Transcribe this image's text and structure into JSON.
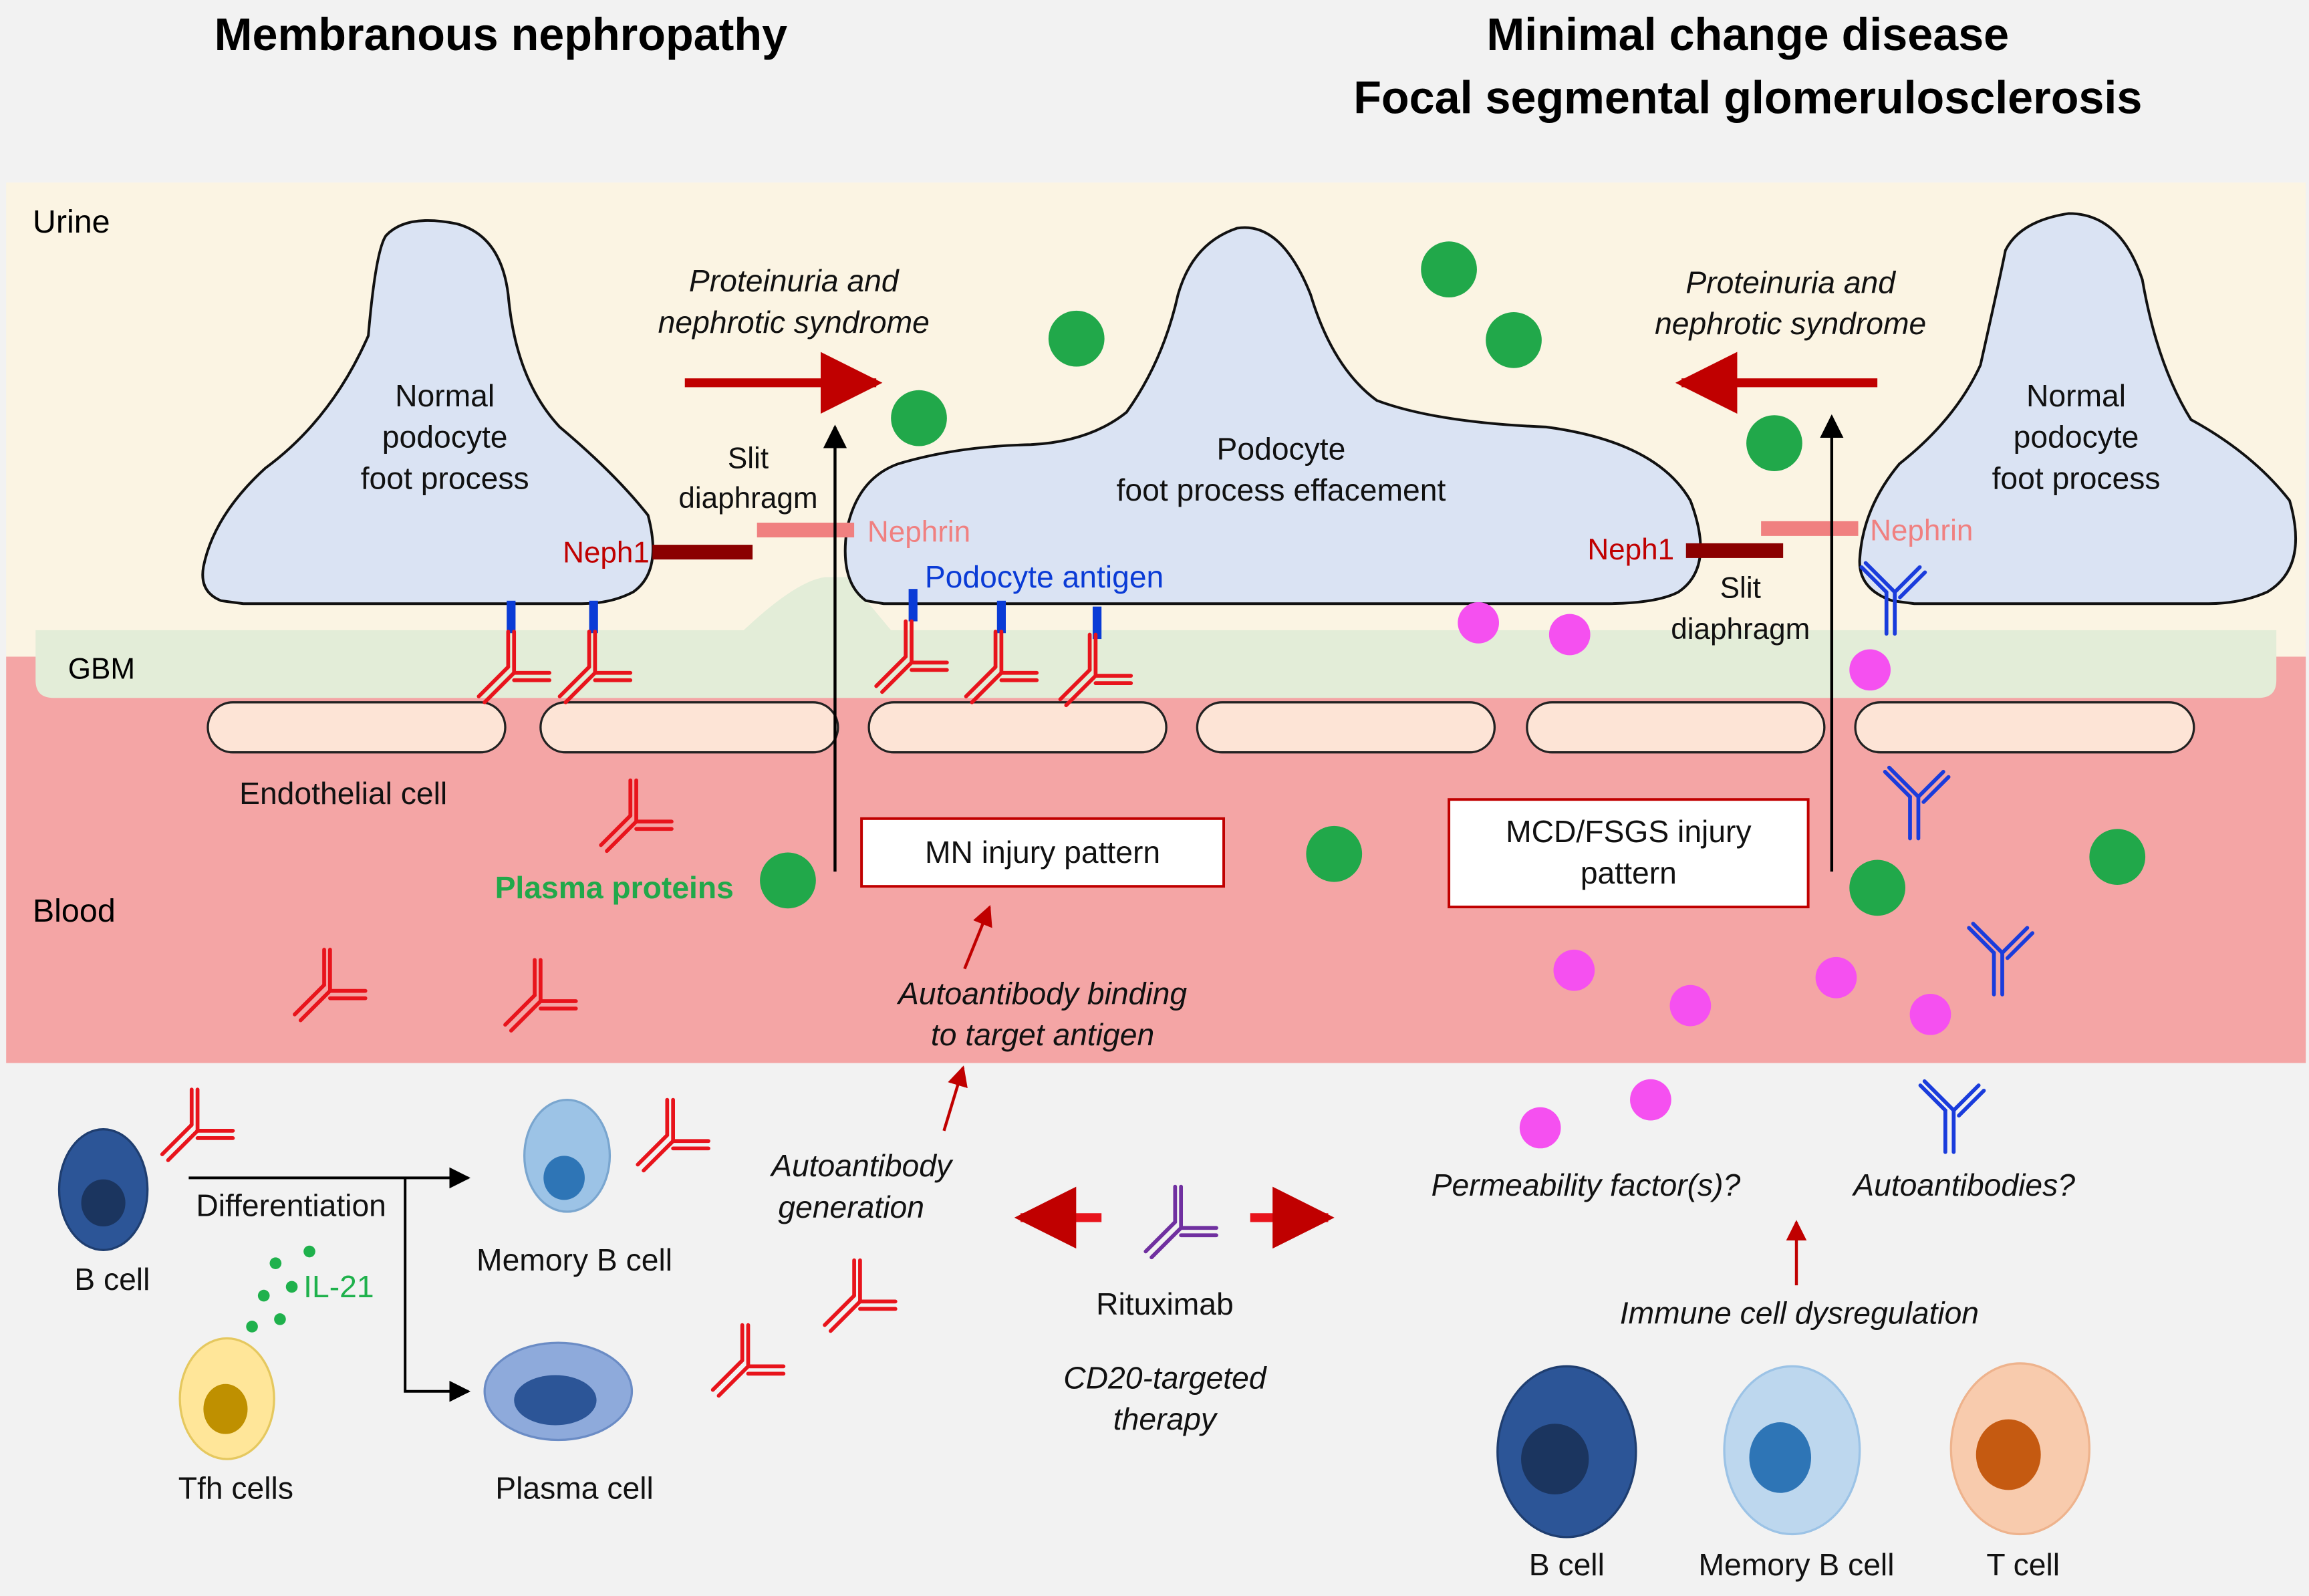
{
  "titles": {
    "left": "Membranous nephropathy",
    "right_line1": "Minimal change disease",
    "right_line2": "Focal segmental glomerulosclerosis"
  },
  "zones": {
    "urine": "Urine",
    "gbm": "GBM",
    "blood": "Blood"
  },
  "left_panel": {
    "podocyte_line1": "Normal",
    "podocyte_line2": "podocyte",
    "podocyte_line3": "foot process",
    "slit_line1": "Slit",
    "slit_line2": "diaphragm",
    "neph1": "Neph1",
    "nephrin": "Nephrin",
    "proteinuria_line1": "Proteinuria and",
    "proteinuria_line2": "nephrotic syndrome",
    "endothelial": "Endothelial cell",
    "plasma_proteins": "Plasma proteins",
    "injury_box": "MN injury pattern",
    "binding_line1": "Autoantibody binding",
    "binding_line2": "to target antigen",
    "generation_line1": "Autoantibody",
    "generation_line2": "generation",
    "differentiation": "Differentiation",
    "b_cell": "B cell",
    "memory_b_cell": "Memory B cell",
    "plasma_cell": "Plasma cell",
    "tfh_cells": "Tfh cells",
    "il21": "IL-21"
  },
  "center": {
    "effacement_line1": "Podocyte",
    "effacement_line2": "foot process effacement",
    "podocyte_antigen": "Podocyte antigen",
    "rituximab": "Rituximab",
    "cd20_line1": "CD20-targeted",
    "cd20_line2": "therapy"
  },
  "right_panel": {
    "podocyte_line1": "Normal",
    "podocyte_line2": "podocyte",
    "podocyte_line3": "foot process",
    "neph1": "Neph1",
    "nephrin": "Nephrin",
    "slit_line1": "Slit",
    "slit_line2": "diaphragm",
    "proteinuria_line1": "Proteinuria and",
    "proteinuria_line2": "nephrotic syndrome",
    "injury_box_line1": "MCD/FSGS injury",
    "injury_box_line2": "pattern",
    "permeability": "Permeability factor(s)?",
    "autoantibodies": "Autoantibodies?",
    "dysregulation": "Immune cell dysregulation",
    "b_cell": "B cell",
    "memory_b_cell": "Memory B cell",
    "t_cell": "T cell"
  },
  "colors": {
    "urine_bg": "#fbf4e3",
    "blood_bg": "#f4a5a5",
    "gbm": "#e3edd8",
    "podocyte": "#dae3f3",
    "endothelial": "#fde4d6",
    "autoantibody_red": "#e8141c",
    "arrow_dark_red": "#c00000",
    "plasma_protein_green": "#21a84a",
    "permeability_magenta": "#f550f0",
    "antigen_blue": "#0a3bd6",
    "autoantibody_blue": "#1a3cdc",
    "neph1": "#8b0000",
    "nephrin": "#f08080",
    "rituximab_purple": "#7030a0",
    "il21_green": "#1fb14c"
  }
}
